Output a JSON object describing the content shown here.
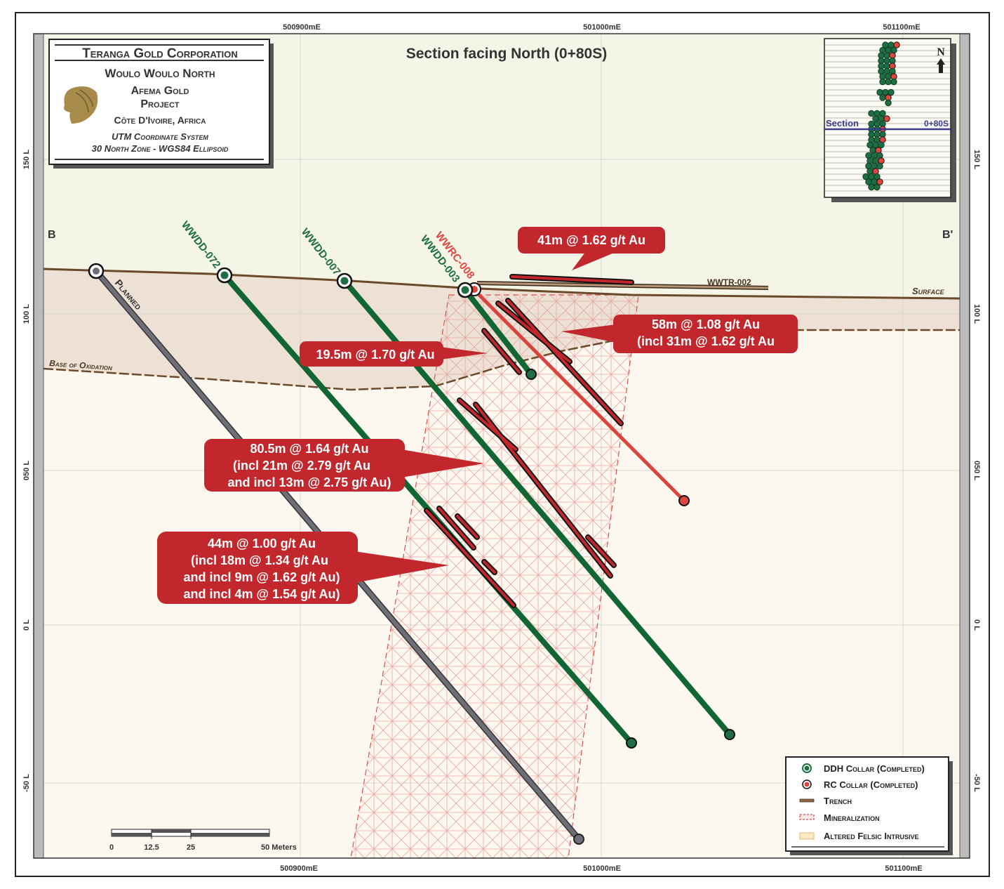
{
  "title": "Section facing North (0+80S)",
  "title_block": {
    "company": "Teranga Gold Corporation",
    "prospect": "Woulo Woulo North",
    "project_line1": "Afema Gold",
    "project_line2": "Project",
    "location": "Côte D'Ivoire, Africa",
    "coord_line1": "UTM Coordinate System",
    "coord_line2": "30 North Zone - WGS84 Ellipsoid"
  },
  "axes": {
    "eastings": [
      "500900mE",
      "501000mE",
      "501100mE"
    ],
    "levels_left": [
      "150 L",
      "100 L",
      "050 L",
      "0 L",
      "-50 L"
    ],
    "levels_right": [
      "150 L",
      "100 L",
      "050 L",
      "0 L",
      "-50 L"
    ]
  },
  "section_ends": {
    "left": "B",
    "right": "B'"
  },
  "features": {
    "surface": "Surface",
    "base_oxidation": "Base of Oxidation",
    "trench": "WWTR-002",
    "planned": "Planned"
  },
  "holes": [
    "WWDD-072",
    "WWDD-007",
    "WWDD-003",
    "WWRC-008"
  ],
  "callouts": {
    "c1": [
      "41m @ 1.62 g/t Au"
    ],
    "c2": [
      "58m @ 1.08 g/t Au",
      "(incl 31m @ 1.62 g/t Au"
    ],
    "c3": [
      "19.5m @ 1.70 g/t Au"
    ],
    "c4": [
      "80.5m @ 1.64 g/t Au",
      "(incl 21m @ 2.79 g/t Au",
      "and incl 13m @ 2.75 g/t Au)"
    ],
    "c5": [
      "44m @ 1.00 g/t Au",
      "(incl 18m @ 1.34 g/t Au",
      "and incl 9m @ 1.62 g/t Au)",
      "and incl 4m @ 1.54 g/t Au)"
    ]
  },
  "inset": {
    "section_label": "Section",
    "section_id": "0+80S",
    "north": "N"
  },
  "legend": [
    "DDH Collar (Completed)",
    "RC Collar (Completed)",
    "Trench",
    "Mineralization",
    "Altered Felsic Intrusive"
  ],
  "scale_bar": {
    "ticks": [
      "0",
      "12.5",
      "25"
    ],
    "end": "50 Meters"
  },
  "colors": {
    "ddh": "#1f6e43",
    "rc": "#e0463e",
    "callout": "#c1272d",
    "planned": "#5c5c66",
    "surface": "#6b4a2b"
  }
}
